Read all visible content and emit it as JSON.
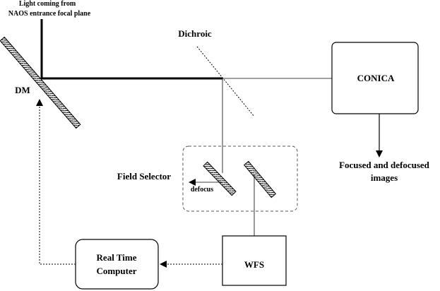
{
  "labels": {
    "light_line1": "Light coming from",
    "light_line2": "NAOS entrance focal plane",
    "dichroic": "Dichroic",
    "dm": "DM",
    "conica": "CONICA",
    "focused_line1": "Focused and defocused",
    "focused_line2": "images",
    "field_selector": "Field Selector",
    "defocus": "defocus",
    "wfs": "WFS",
    "rtc_line1": "Real Time",
    "rtc_line2": "Computer"
  }
}
